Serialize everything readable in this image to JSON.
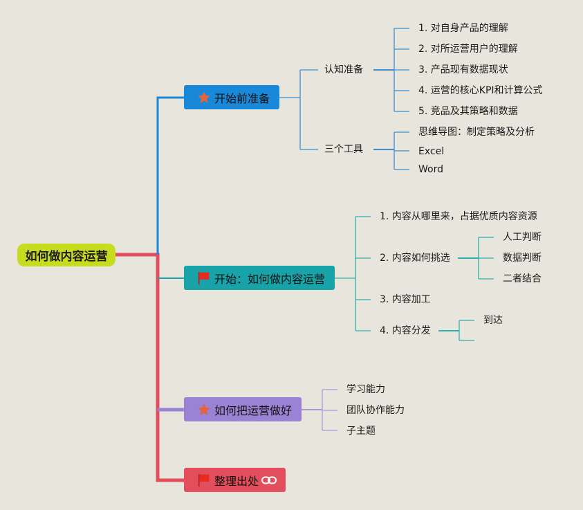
{
  "root": {
    "label": "如何做内容运营"
  },
  "branches": [
    {
      "label": "开始前准备",
      "icon": "star-icon",
      "color": "#1a88d8",
      "children": [
        {
          "label": "认知准备",
          "children": [
            "1. 对自身产品的理解",
            "2. 对所运营用户的理解",
            "3. 产品现有数据现状",
            "4. 运营的核心KPI和计算公式",
            "5. 竞品及其策略和数据"
          ]
        },
        {
          "label": "三个工具",
          "children": [
            "思维导图：制定策略及分析",
            "Excel",
            "Word"
          ]
        }
      ]
    },
    {
      "label": "开始：如何做内容运营",
      "icon": "red-flag-icon",
      "color": "#17a3a8",
      "children": [
        {
          "label": "1. 内容从哪里来，占据优质内容资源"
        },
        {
          "label": "2. 内容如何挑选",
          "children": [
            "人工判断",
            "数据判断",
            "二者结合"
          ]
        },
        {
          "label": "3. 内容加工"
        },
        {
          "label": "4. 内容分发",
          "children": [
            "到达",
            ""
          ]
        }
      ]
    },
    {
      "label": "如何把运营做好",
      "icon": "star-icon",
      "color": "#9a82d4",
      "children": [
        "学习能力",
        "团队协作能力",
        "子主题"
      ]
    },
    {
      "label": "整理出处",
      "icon": "red-flag-icon",
      "color": "#e24e5c",
      "link_icon": "link-icon"
    }
  ]
}
